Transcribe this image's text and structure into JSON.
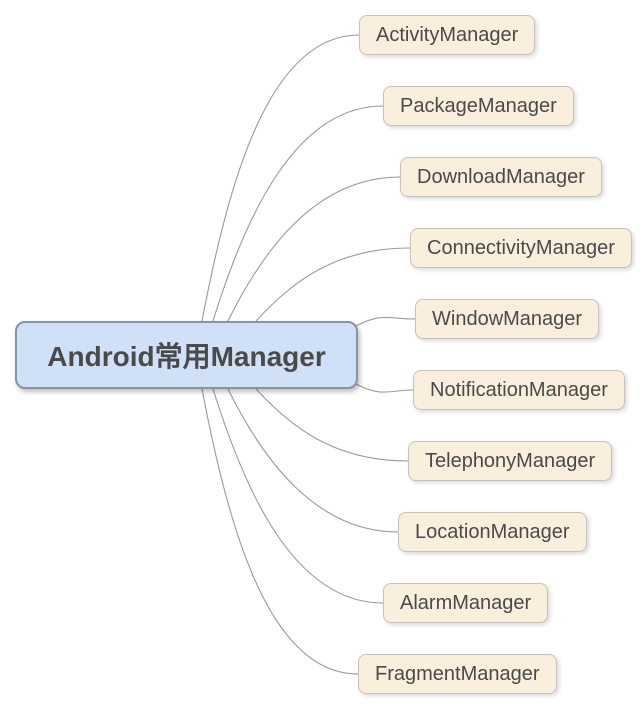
{
  "diagram": {
    "type": "mindmap",
    "root": {
      "label": "Android常用Manager"
    },
    "children": [
      {
        "label": "ActivityManager"
      },
      {
        "label": "PackageManager"
      },
      {
        "label": "DownloadManager"
      },
      {
        "label": "ConnectivityManager"
      },
      {
        "label": "WindowManager"
      },
      {
        "label": "NotificationManager"
      },
      {
        "label": "TelephonyManager"
      },
      {
        "label": "LocationManager"
      },
      {
        "label": "AlarmManager"
      },
      {
        "label": "FragmentManager"
      }
    ],
    "colors": {
      "root_fill": "#cfe0f7",
      "root_border": "#8494a9",
      "child_fill": "#faeedd",
      "child_border": "#c8c3ba",
      "text": "#4a4a4a",
      "line": "#9a9a9a"
    }
  }
}
